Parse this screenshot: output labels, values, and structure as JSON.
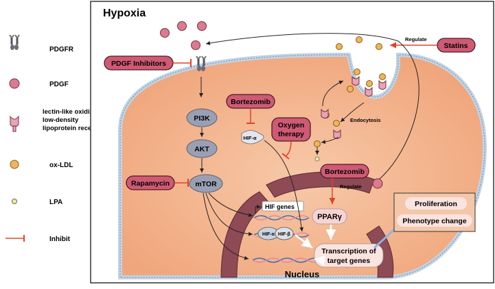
{
  "title": "Hypoxia",
  "nucleus_label": "Nucleus",
  "legend": [
    {
      "icon": "pdgfr-icon",
      "label": "PDGFR"
    },
    {
      "icon": "pdgf-icon",
      "label": "PDGF"
    },
    {
      "icon": "lox1-receptor-icon",
      "label_lines": [
        "lectin-like oxidized",
        "low-density",
        "lipoprotein receptor"
      ]
    },
    {
      "icon": "ox-ldl-icon",
      "label": "ox-LDL"
    },
    {
      "icon": "lpa-icon",
      "label": "LPA"
    },
    {
      "icon": "inhibit-icon",
      "label": "Inhibit"
    }
  ],
  "drugs": {
    "pdgf_inhibitors": "PDGF Inhibitors",
    "bortezomib_top": "Bortezomib",
    "oxygen_therapy_lines": [
      "Oxygen",
      "therapy"
    ],
    "rapamycin": "Rapamycin",
    "bortezomib_mid": "Bortezomib",
    "statins": "Statins"
  },
  "pathway": {
    "pi3k": "PI3K",
    "akt": "AKT",
    "mtor": "mTOR"
  },
  "labels": {
    "regulate_top": "Regulate",
    "regulate_mid": "Regulate",
    "endocytosis": "Endocytosis",
    "hif_alpha": "HIF-α",
    "hif_genes": "HIF  genes",
    "hif_alpha_dna": "HIF-α",
    "hif_beta_dna": "HIF-β",
    "ppar": "PPARγ",
    "transcription_lines": [
      "Transcription of",
      "target genes"
    ],
    "proliferation": "Proliferation",
    "phenotype_change": "Phenotype change"
  },
  "colors": {
    "cell_fill": "#f4b48f",
    "membrane": "#c3d4e4",
    "drug_fill": "#cf5a74",
    "drug_stroke": "#4a1a24",
    "pathway_fill": "#9aa0b4",
    "nucleus_fill": "#8e4a55",
    "inhibit": "#e0432c",
    "pdgf": "#db7a91",
    "ldl": "#f0b45a"
  }
}
